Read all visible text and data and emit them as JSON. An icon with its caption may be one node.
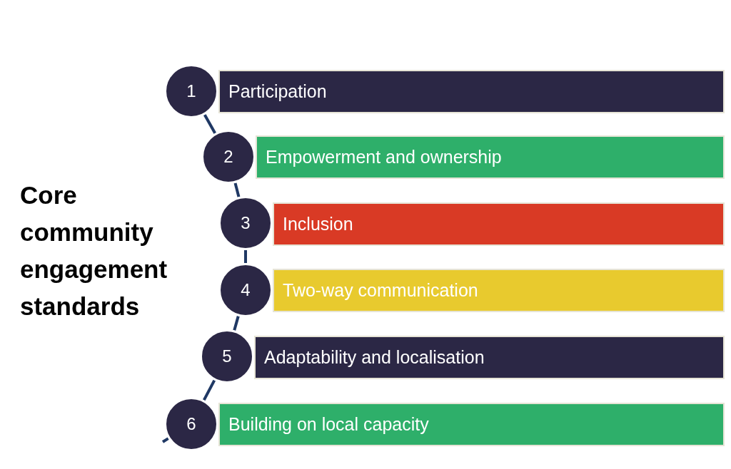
{
  "diagram": {
    "title": "Core community engagement standards",
    "nodes": [
      {
        "text": [
          "1"
        ]
      },
      {
        "text": [
          "Participation"
        ]
      },
      {
        "text": [
          "2"
        ]
      },
      {
        "text": [
          "Empowerment and ownership"
        ]
      },
      {
        "text": [
          "3"
        ]
      },
      {
        "text": [
          "Inclusion"
        ]
      },
      {
        "text": [
          "4"
        ]
      },
      {
        "text": [
          "Two-way communication"
        ]
      },
      {
        "text": [
          "5"
        ]
      },
      {
        "text": [
          "Adaptability and localisation"
        ]
      },
      {
        "text": [
          "6"
        ]
      },
      {
        "text": [
          "Building on local capacity"
        ]
      }
    ],
    "edges": [
      {
        "from": 0,
        "to": 2,
        "arrow": "none"
      },
      {
        "from": 2,
        "to": 4,
        "arrow": "none"
      },
      {
        "from": 4,
        "to": 6,
        "arrow": "none"
      },
      {
        "from": 6,
        "to": 8,
        "arrow": "none"
      },
      {
        "from": 8,
        "to": 10,
        "arrow": "none"
      },
      {
        "from": 10,
        "to": null,
        "arrow": "none"
      }
    ]
  }
}
